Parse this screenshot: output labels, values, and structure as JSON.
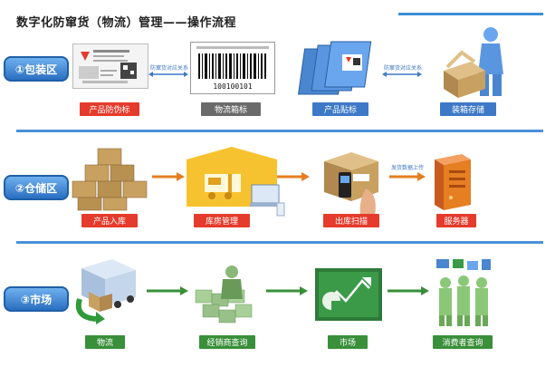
{
  "title": "数字化防窜货（物流）管理——操作流程",
  "sections": [
    {
      "tag": "①包装区"
    },
    {
      "tag": "②仓储区"
    },
    {
      "tag": "③市场"
    }
  ],
  "row1": {
    "captions": [
      "产品防伪标",
      "物流箱标",
      "产品贴标",
      "装箱存储"
    ],
    "notes": [
      "防窜货对应关系",
      "防窜货对应关系"
    ],
    "barcode_number": "100100101"
  },
  "row2": {
    "captions": [
      "产品入库",
      "库房管理",
      "出库扫描",
      "服务器"
    ],
    "notes": [
      "发货数据上传"
    ]
  },
  "row3": {
    "captions": [
      "物流",
      "经销商查询",
      "市场",
      "消费者查询"
    ]
  },
  "colors": {
    "accent_blue": "#3d8fd6",
    "caption_red": "#e53b2c",
    "arrow_orange": "#e67e22",
    "arrow_green": "#3a8f3a"
  }
}
